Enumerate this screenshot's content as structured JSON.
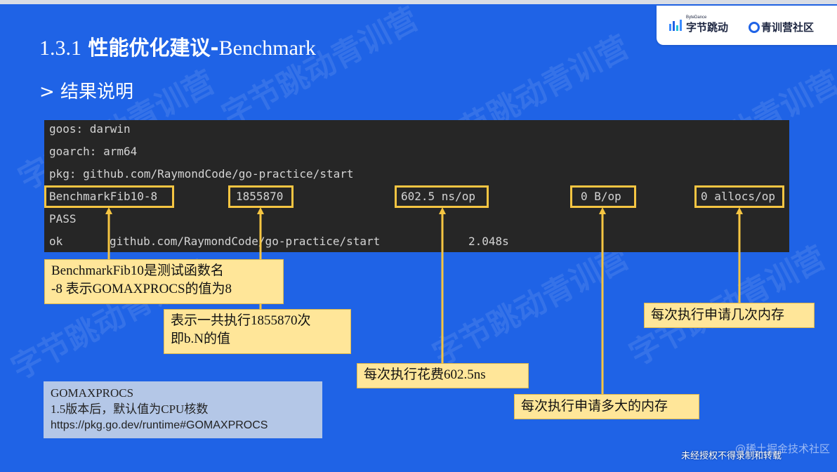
{
  "header": {
    "bytedance_small": "ByteDance",
    "bytedance_label": "字节跳动",
    "camp_label": "青训营社区"
  },
  "slide": {
    "title_number": "1.3.1",
    "title_zh": "性能优化建议-",
    "title_en": "Benchmark",
    "subtitle": "> 结果说明"
  },
  "terminal": {
    "line_goos": "goos: darwin",
    "line_goarch": "goarch: arm64",
    "line_pkg": "pkg: github.com/RaymondCode/go-practice/start",
    "bench_name": "BenchmarkFib10-8",
    "bench_iterations": "1855870",
    "bench_ns_per_op": "602.5 ns/op",
    "bench_bytes_per_op": "0 B/op",
    "bench_allocs_per_op": "0 allocs/op",
    "line_pass": "PASS",
    "ok_label": "ok",
    "ok_package": "github.com/RaymondCode/go-practice/start",
    "ok_time": "2.048s"
  },
  "callouts": {
    "name_line1": "BenchmarkFib10是测试函数名",
    "name_line2": "-8  表示GOMAXPROCS的值为8",
    "iter_line1": "表示一共执行1855870次",
    "iter_line2": "即b.N的值",
    "ns_line": "每次执行花费602.5ns",
    "bytes_line": "每次执行申请多大的内存",
    "allocs_line": "每次执行申请几次内存"
  },
  "note": {
    "line1": "GOMAXPROCS",
    "line2": "1.5版本后，默认值为CPU核数",
    "line3": "https://pkg.go.dev/runtime#GOMAXPROCS"
  },
  "footer": {
    "watermark": "@稀土掘金技术社区",
    "notice": "未经授权不得录制和转载"
  },
  "background_watermark": "字节跳动青训营",
  "colors": {
    "slide_blue": "#1f63e6",
    "highlight_yellow": "#f5c542",
    "callout_fill": "#ffe699",
    "note_fill": "#b4c7e7",
    "terminal_bg": "#262626"
  }
}
